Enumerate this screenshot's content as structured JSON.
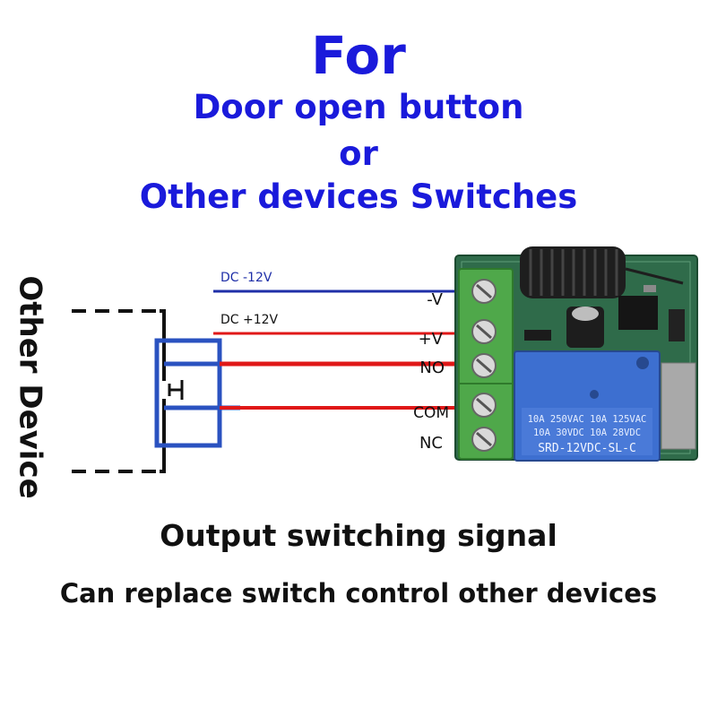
{
  "heading": {
    "for": "For",
    "line1": "Door open button",
    "line2": "or",
    "line3": "Other devices Switches"
  },
  "side_label": "Other Device",
  "wires": {
    "dc_minus": "DC -12V",
    "dc_plus": "DC +12V"
  },
  "terminals": [
    "-V",
    "+V",
    "NO",
    "COM",
    "NC"
  ],
  "relay": {
    "rating_line1": "10A 250VAC 10A 125VAC",
    "rating_line2": "10A 30VDC 10A 28VDC",
    "model": "SRD-12VDC-SL-C"
  },
  "footer": {
    "line1": "Output switching signal",
    "line2": "Can replace switch control other devices"
  },
  "colors": {
    "heading": "#1a1adb",
    "wire_negative": "#1f2fa8",
    "wire_positive": "#e01818",
    "switch_box": "#2a52c0",
    "terminal_block": "#4fa84a",
    "pcb": "#2f6b4a",
    "relay": "#3d6fd0"
  },
  "icons": [
    "antenna-coil-icon",
    "capacitor-icon",
    "chip-icon",
    "screw-icon",
    "switch-symbol-icon"
  ]
}
